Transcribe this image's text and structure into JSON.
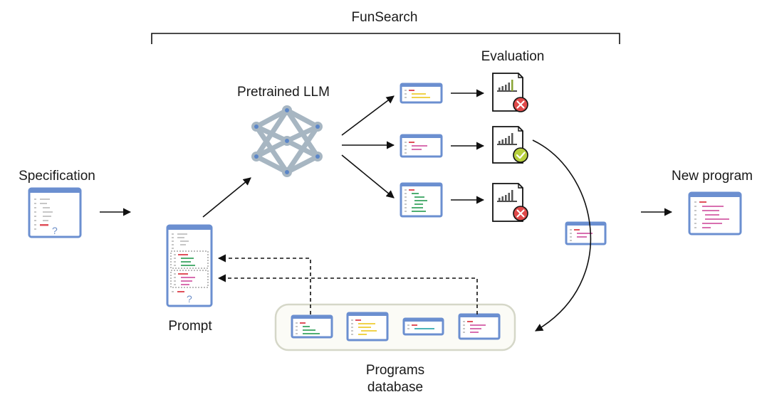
{
  "title": "FunSearch",
  "labels": {
    "specification": "Specification",
    "pretrained_llm": "Pretrained LLM",
    "evaluation": "Evaluation",
    "new_program": "New program",
    "prompt": "Prompt",
    "programs_database_line1": "Programs",
    "programs_database_line2": "database"
  },
  "question_mark": "?",
  "colors": {
    "doc_border": "#6b8fd0",
    "doc_header": "#6b8fd0",
    "network": "#a7b6c2",
    "network_node": "#5b86c8",
    "fail": "#e04a4a",
    "pass": "#b7cf3c",
    "code_yellow": "#f0d24a",
    "code_pink": "#d86fb0",
    "code_green": "#4fae72",
    "code_gray": "#c7c7c7",
    "code_red": "#e0505a",
    "code_teal": "#4ab3b8"
  },
  "evaluation_results": [
    "fail",
    "pass",
    "fail"
  ]
}
